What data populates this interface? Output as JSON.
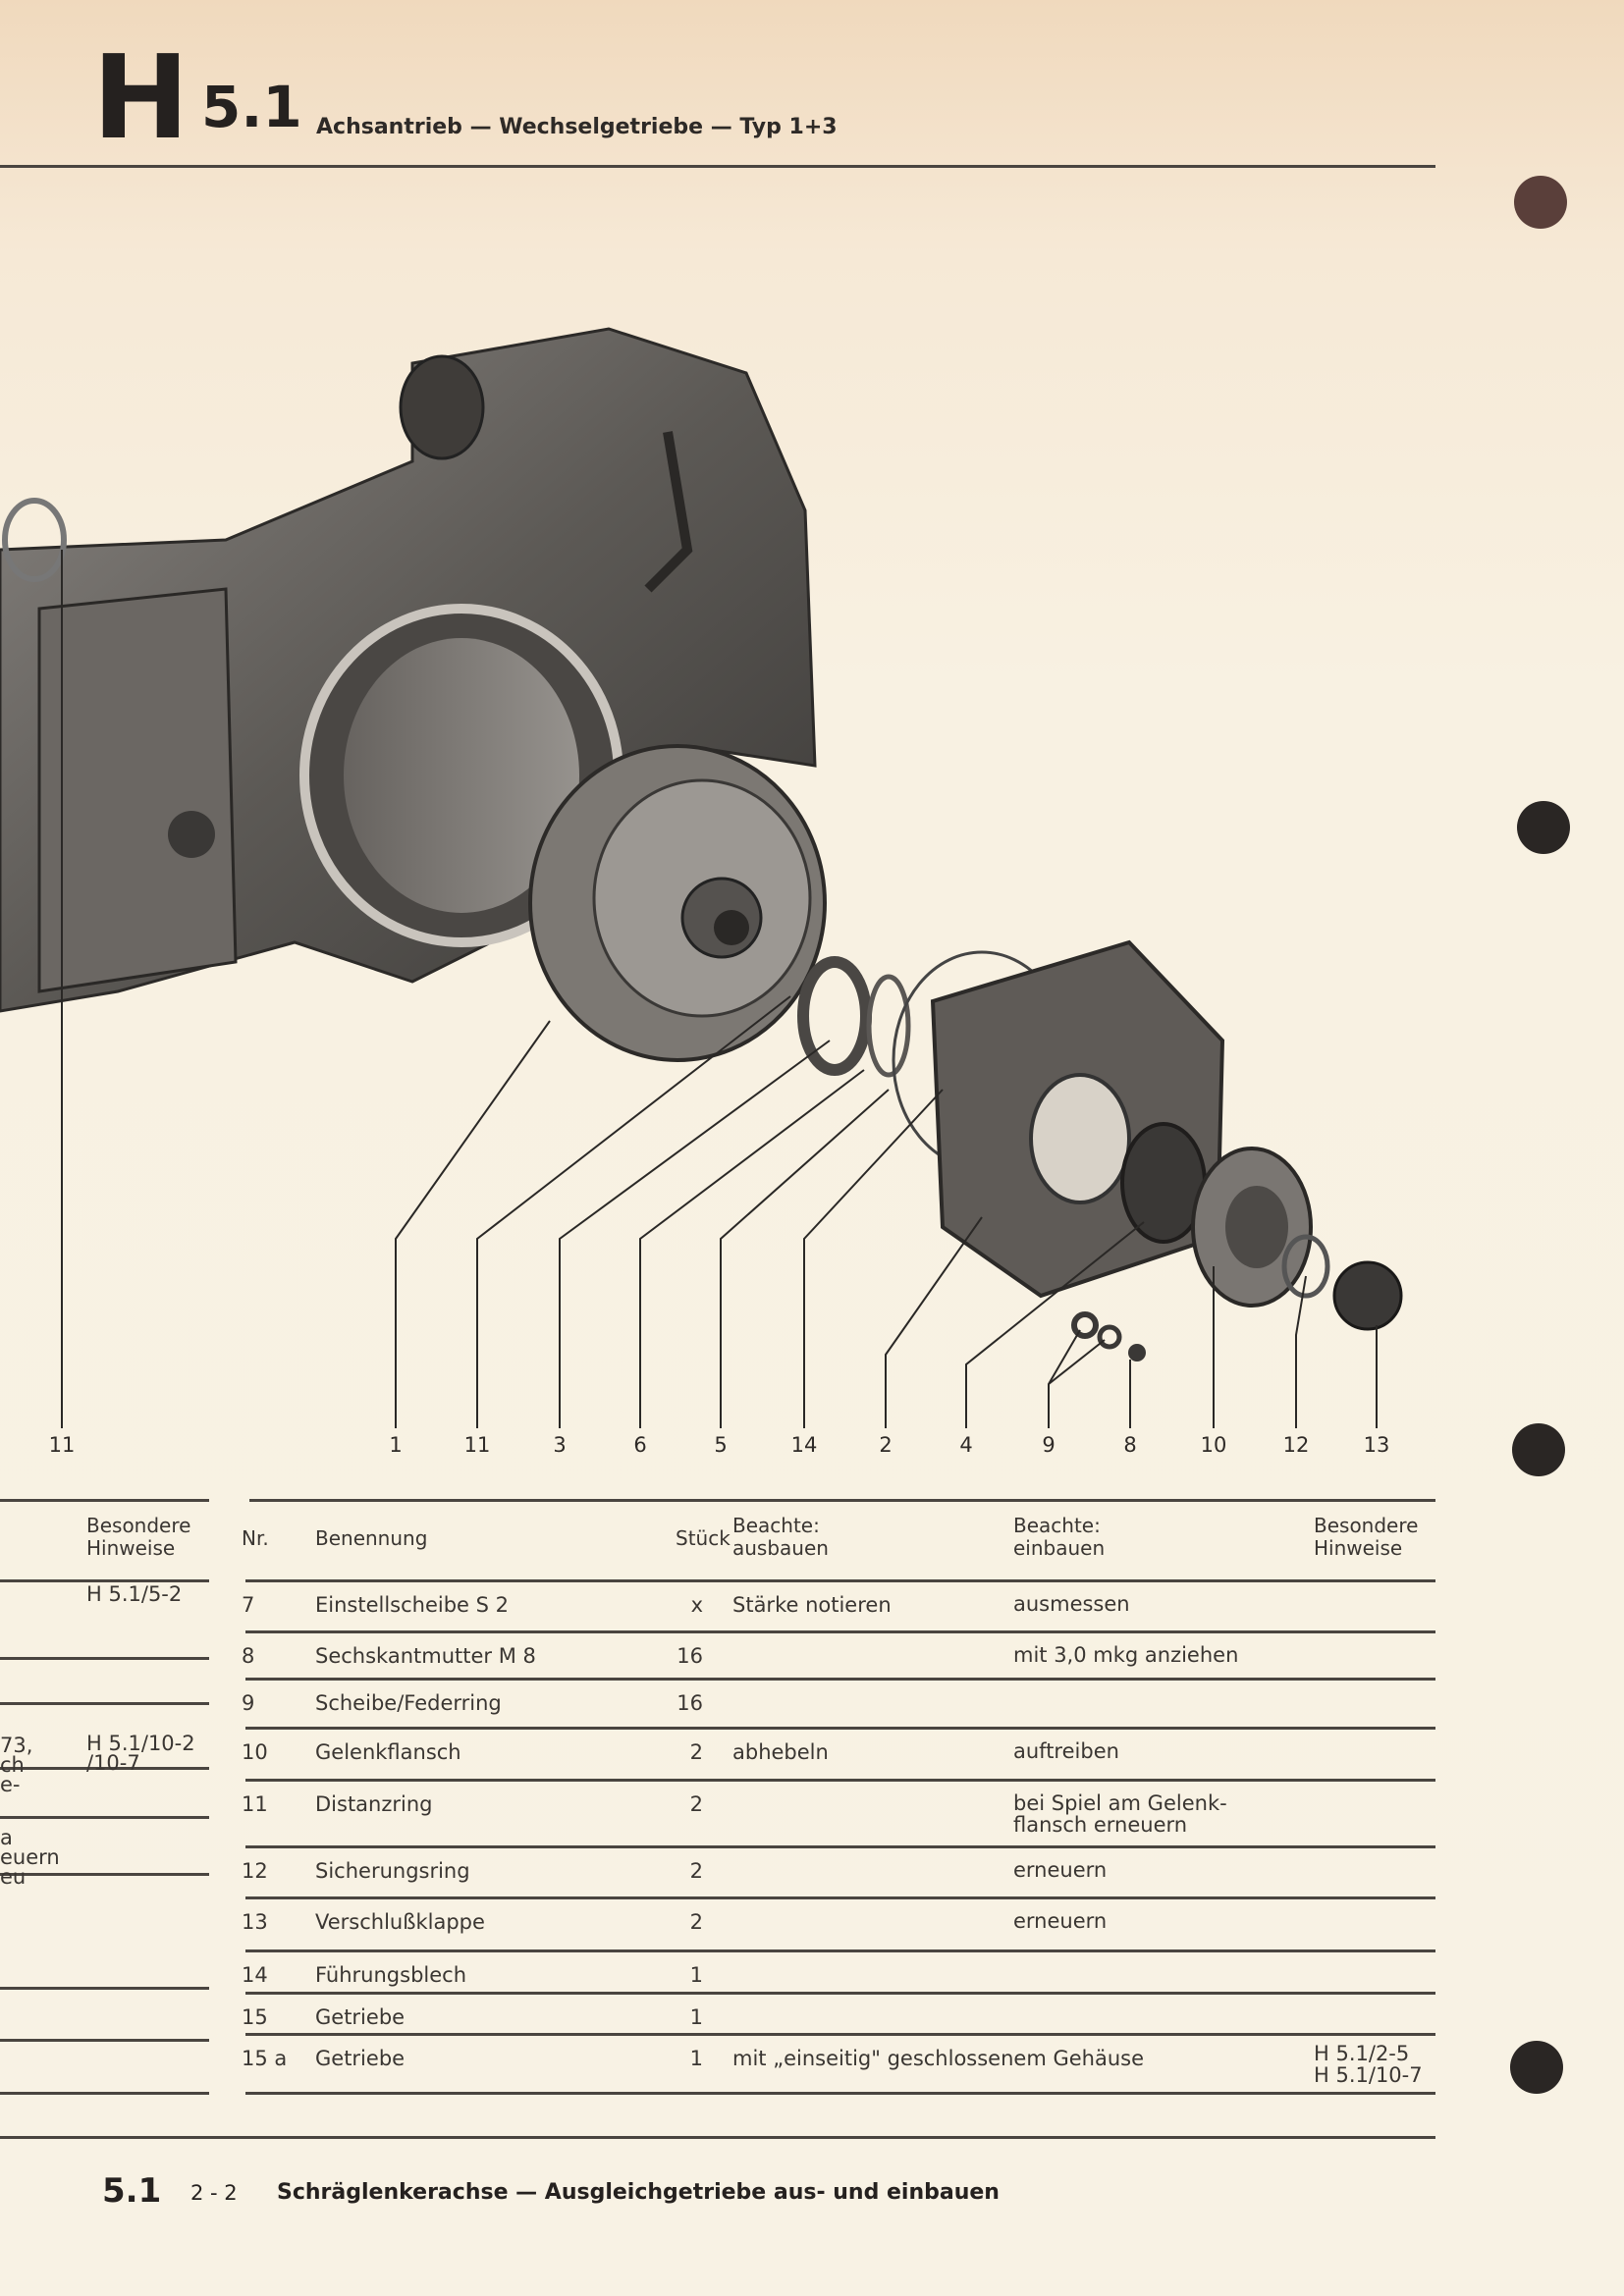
{
  "header": {
    "letter": "H",
    "section": "5.1",
    "subtitle": "Achsantrieb — Wechselgetriebe — Typ 1+3"
  },
  "figure": {
    "callouts": [
      "11",
      "1",
      "11",
      "3",
      "6",
      "5",
      "14",
      "2",
      "4",
      "9",
      "8",
      "10",
      "12",
      "13"
    ]
  },
  "left_fragment": {
    "header": "Besondere\nHinweise",
    "refs": [
      "H 5.1/5-2",
      "H 5.1/10-2\n/10-7"
    ],
    "cut_text": [
      "73,",
      "ch",
      "e-",
      "a",
      "euern",
      "eu"
    ]
  },
  "table": {
    "headers": {
      "nr": "Nr.",
      "name": "Benennung",
      "qty": "Stück",
      "remove": "Beachte:\nausbauen",
      "install": "Beachte:\neinbauen",
      "notes": "Besondere\nHinweise"
    },
    "rows": [
      {
        "nr": "7",
        "name": "Einstellscheibe S 2",
        "qty": "x",
        "remove": "Stärke notieren",
        "install": "ausmessen",
        "notes": ""
      },
      {
        "nr": "8",
        "name": "Sechskantmutter M 8",
        "qty": "16",
        "remove": "",
        "install": "mit 3,0 mkg anziehen",
        "notes": ""
      },
      {
        "nr": "9",
        "name": "Scheibe/Federring",
        "qty": "16",
        "remove": "",
        "install": "",
        "notes": ""
      },
      {
        "nr": "10",
        "name": "Gelenkflansch",
        "qty": "2",
        "remove": "abhebeln",
        "install": "auftreiben",
        "notes": ""
      },
      {
        "nr": "11",
        "name": "Distanzring",
        "qty": "2",
        "remove": "",
        "install": "bei Spiel am Gelenk-\nflansch erneuern",
        "notes": ""
      },
      {
        "nr": "12",
        "name": "Sicherungsring",
        "qty": "2",
        "remove": "",
        "install": "erneuern",
        "notes": ""
      },
      {
        "nr": "13",
        "name": "Verschlußklappe",
        "qty": "2",
        "remove": "",
        "install": "erneuern",
        "notes": ""
      },
      {
        "nr": "14",
        "name": "Führungsblech",
        "qty": "1",
        "remove": "",
        "install": "",
        "notes": ""
      },
      {
        "nr": "15",
        "name": "Getriebe",
        "qty": "1",
        "remove": "",
        "install": "",
        "notes": ""
      },
      {
        "nr": "15 a",
        "name": "Getriebe",
        "qty": "1",
        "remove": "mit „einseitig\" geschlossenem Gehäuse",
        "install": "",
        "notes": "H 5.1/2-5\nH 5.1/10-7"
      }
    ]
  },
  "footer": {
    "section": "5.1",
    "page": "2 - 2",
    "title": "Schräglenkerachse — Ausgleichgetriebe aus- und einbauen"
  }
}
